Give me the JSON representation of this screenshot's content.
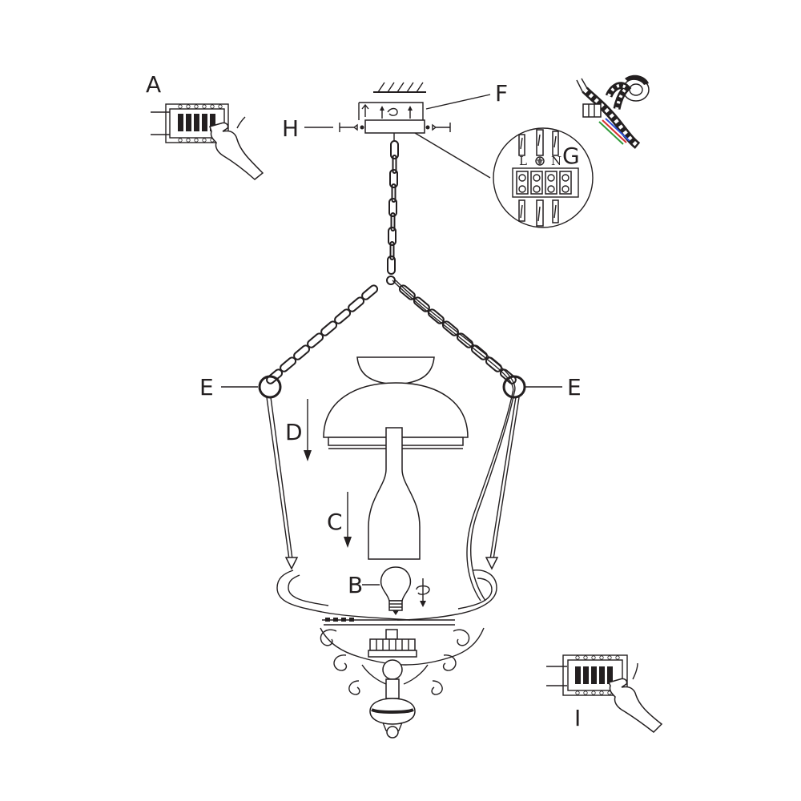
{
  "labels": {
    "a": "A",
    "b": "B",
    "c": "C",
    "d": "D",
    "e_left": "E",
    "e_right": "E",
    "f": "F",
    "g": "G",
    "h": "H",
    "i": "I"
  },
  "terminals": {
    "live": "L",
    "neutral": "N"
  },
  "colors": {
    "ink": "#231f20",
    "wire_red": "#d62d2d",
    "wire_blue": "#2d4fd6",
    "wire_green": "#2f9a3a"
  }
}
